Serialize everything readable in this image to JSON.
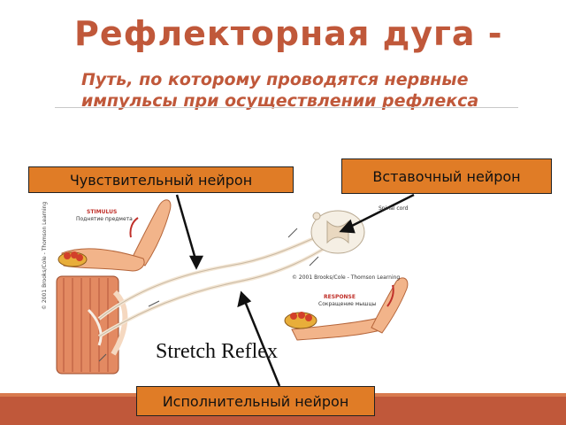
{
  "slide": {
    "title": "Рефлекторная дуга -",
    "subtitle": "Путь, по которому проводятся нервные импульсы при осуществлении рефлекса"
  },
  "labels": {
    "sensory": "Чувствительный нейрон",
    "interneuron": "Вставочный нейрон",
    "motor": "Исполнительный нейрон"
  },
  "figure": {
    "caption": "Stretch Reflex",
    "spinal_cord": "Spinal cord",
    "stimulus_top": "STIMULUS",
    "stimulus_top_sub": "Поднятие предмета",
    "response": "RESPONSE",
    "response_sub": "Сокращение мышцы",
    "copyright": "© 2001 Brooks/Cole - Thomson Learning",
    "side_note": "© 2001 Brooks/Cole - Thomson Learning"
  },
  "colors": {
    "accent": "#c0583a",
    "label_fill": "#e07c26"
  }
}
